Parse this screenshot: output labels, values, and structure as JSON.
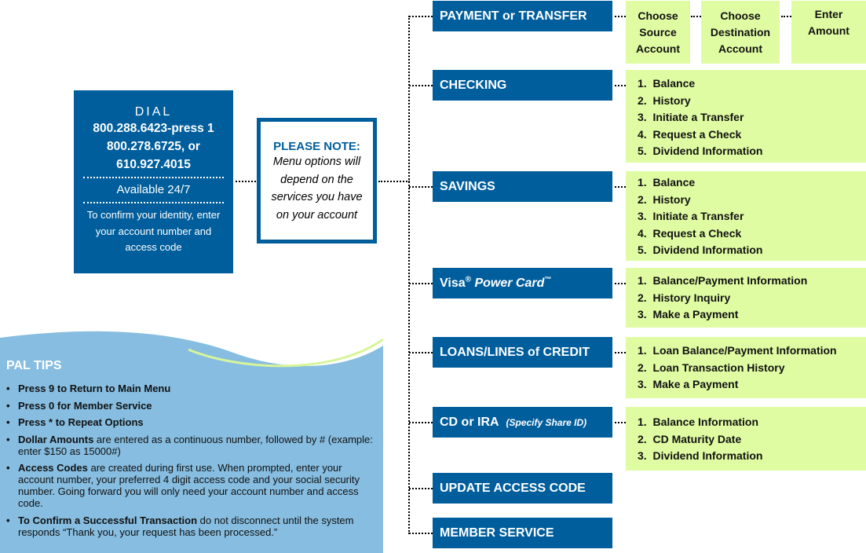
{
  "dial": {
    "title": "DIAL",
    "phones": [
      "800.288.6423-press 1",
      "800.278.6725, or",
      "610.927.4015"
    ],
    "availability": "Available 24/7",
    "identity": "To confirm your identity, enter your account number and access code"
  },
  "note": {
    "heading": "PLEASE NOTE:",
    "body": "Menu options will depend on the services you have on your account"
  },
  "menu": {
    "payment": {
      "label": "PAYMENT or TRANSFER",
      "steps": [
        "Choose Source Account",
        "Choose Destination Account",
        "Enter Amount"
      ]
    },
    "checking": {
      "label": "CHECKING",
      "items": [
        "1.  Balance",
        "2.  History",
        "3.  Initiate a Transfer",
        "4.  Request a Check",
        "5.  Dividend Information"
      ]
    },
    "savings": {
      "label": "SAVINGS",
      "items": [
        "1.  Balance",
        "2.  History",
        "3.  Initiate a Transfer",
        "4.  Request a Check",
        "5.  Dividend Information"
      ]
    },
    "visa": {
      "label": "Visa",
      "reg": "®",
      "label2": "Power Card",
      "tm": "™",
      "items": [
        "1.  Balance/Payment Information",
        "2.  History Inquiry",
        "3.  Make a Payment"
      ]
    },
    "loans": {
      "label": "LOANS/LINES of CREDIT",
      "items": [
        "1.  Loan Balance/Payment Information",
        "2.  Loan Transaction History",
        "3.  Make a Payment"
      ]
    },
    "cd": {
      "label": "CD or IRA",
      "note": "(Specify Share ID)",
      "items": [
        "1.  Balance Information",
        "2.  CD Maturity Date",
        "3.  Dividend Information"
      ]
    },
    "update": {
      "label": "UPDATE ACCESS CODE"
    },
    "member": {
      "label": "MEMBER SERVICE"
    }
  },
  "tips": {
    "title": "PAL TIPS",
    "items": [
      {
        "strong": "Press 9 to Return to Main Menu",
        "text": ""
      },
      {
        "strong": "Press 0 for Member Service",
        "text": ""
      },
      {
        "strong": "Press * to Repeat Options",
        "text": ""
      },
      {
        "strong": "Dollar Amounts",
        "text": " are entered as a continuous number, followed by # (example: enter $150 as 15000#)"
      },
      {
        "strong": "Access Codes",
        "text": " are created during first use. When prompted, enter your account number, your preferred 4 digit access code and your social security number. Going forward you will only need your account number and access code."
      },
      {
        "strong": "To Confirm a Successful Transaction",
        "text": " do not disconnect until the system responds “Thank you, your request has been processed.”"
      }
    ]
  },
  "colors": {
    "blue": "#005e9c",
    "green": "#e0fca2",
    "lightblue": "#86bde0"
  }
}
